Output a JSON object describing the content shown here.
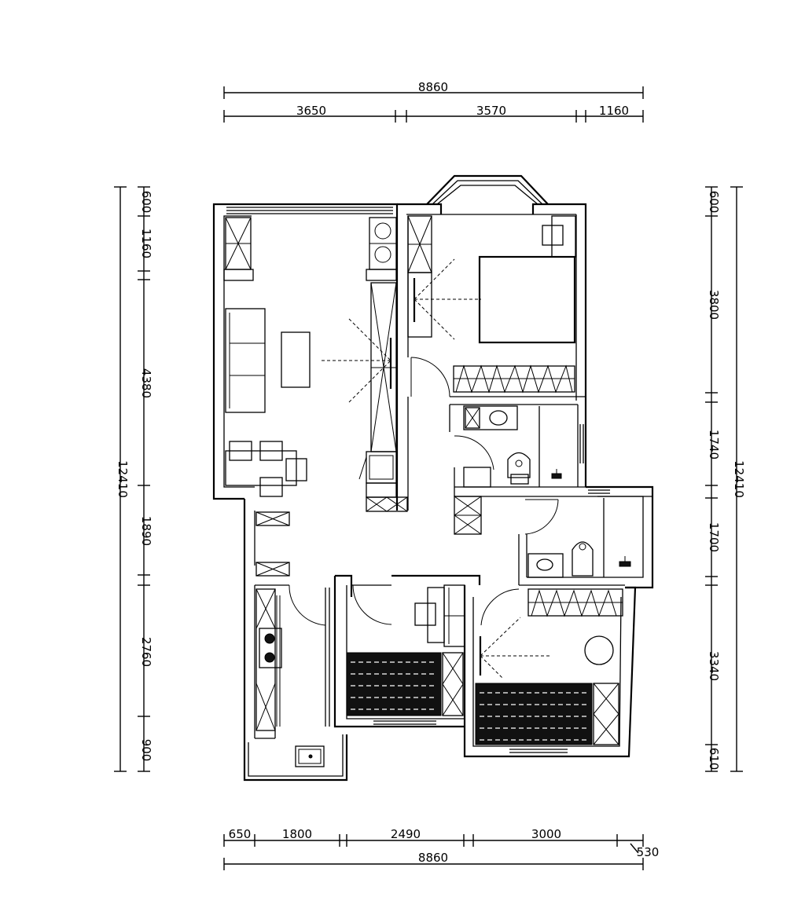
{
  "dimensions": {
    "top_total": "8860",
    "top_segments": [
      "3650",
      "3570",
      "1160"
    ],
    "bottom_total": "8860",
    "bottom_segments": [
      "650",
      "1800",
      "2490",
      "3000"
    ],
    "bottom_extra": "530",
    "left_total": "12410",
    "left_segments": [
      "600",
      "1160",
      "4380",
      "1890",
      "2760",
      "900"
    ],
    "right_total": "12410",
    "right_segments": [
      "600",
      "3800",
      "1740",
      "1700",
      "3340",
      "610"
    ]
  }
}
